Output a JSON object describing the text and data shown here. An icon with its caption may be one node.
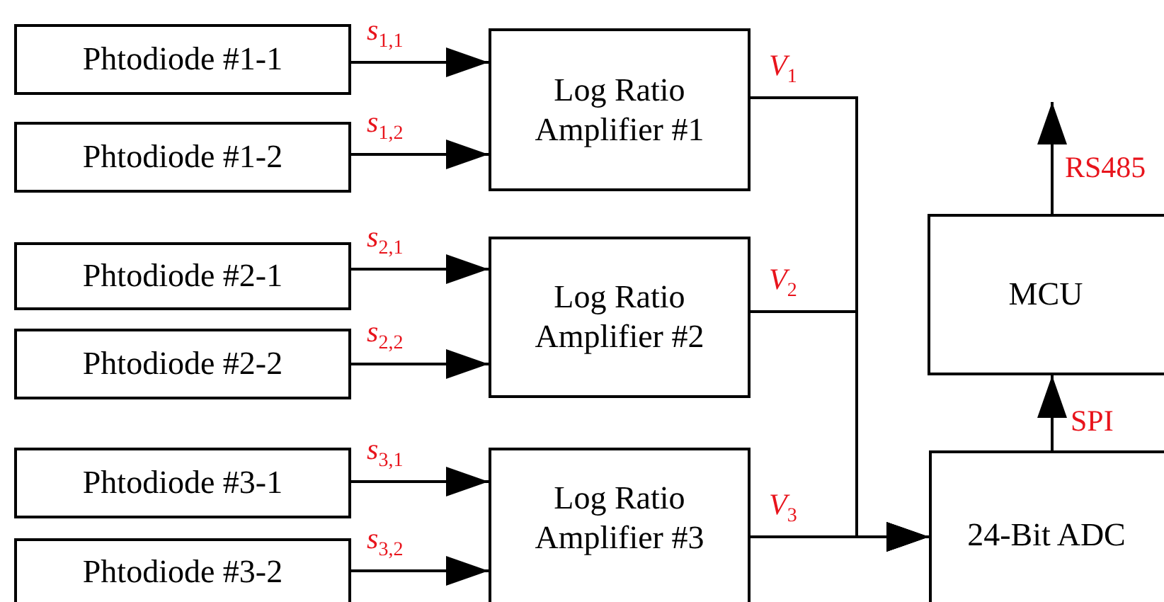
{
  "diagram": {
    "nodes": [
      {
        "text": [
          "Phtodiode #1-1"
        ]
      },
      {
        "text": [
          "Phtodiode #1-2"
        ]
      },
      {
        "text": [
          "Phtodiode #2-1"
        ]
      },
      {
        "text": [
          "Phtodiode #2-2"
        ]
      },
      {
        "text": [
          "Phtodiode #3-1"
        ]
      },
      {
        "text": [
          "Phtodiode #3-2"
        ]
      },
      {
        "text": [
          "Log Ratio Amplifier #1"
        ]
      },
      {
        "text": [
          "Log Ratio Amplifier #2"
        ]
      },
      {
        "text": [
          "Log Ratio Amplifier #3"
        ]
      },
      {
        "text": [
          "MCU"
        ]
      },
      {
        "text": [
          "24-Bit ADC"
        ]
      }
    ],
    "edges": [
      {
        "from": 0,
        "to": 6,
        "arrow": "to",
        "label": "*s*$_{1,1}$"
      },
      {
        "from": 1,
        "to": 6,
        "arrow": "to",
        "label": "*s*$_{1,2}$"
      },
      {
        "from": 2,
        "to": 7,
        "arrow": "to",
        "label": "*s*$_{2,1}$"
      },
      {
        "from": 3,
        "to": 7,
        "arrow": "to",
        "label": "*s*$_{2,2}$"
      },
      {
        "from": 4,
        "to": 8,
        "arrow": "to",
        "label": "*s*$_{3,1}$"
      },
      {
        "from": 5,
        "to": 8,
        "arrow": "to",
        "label": "*s*$_{3,2}$"
      },
      {
        "from": 6,
        "to": 10,
        "arrow": "to",
        "label": "*V*$_{1}$"
      },
      {
        "from": 7,
        "to": 10,
        "arrow": "to",
        "label": "*V*$_{2}$"
      },
      {
        "from": 8,
        "to": 10,
        "arrow": "to",
        "label": "*V*$_{3}$"
      },
      {
        "from": 10,
        "to": 9,
        "arrow": "to",
        "label": "SPI"
      },
      {
        "from": 9,
        "to": null,
        "arrow": "to",
        "label": "RS485"
      }
    ]
  }
}
